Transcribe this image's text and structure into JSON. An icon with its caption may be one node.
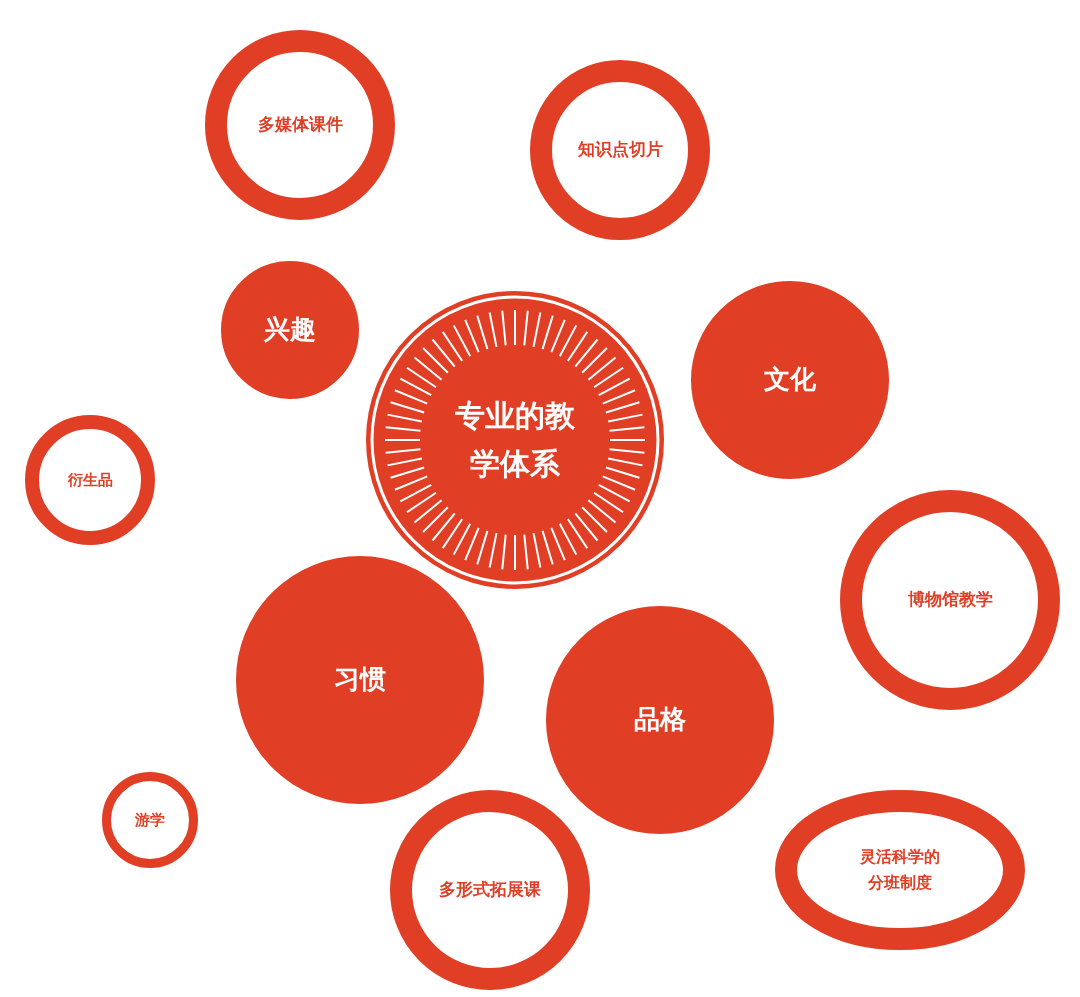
{
  "diagram": {
    "nodes": [
      {
        "text": [
          "多媒体课件"
        ]
      },
      {
        "text": [
          "知识点切片"
        ]
      },
      {
        "text": [
          "兴趣"
        ]
      },
      {
        "text": [
          "专业的教学体系"
        ]
      },
      {
        "text": [
          "文化"
        ]
      },
      {
        "text": [
          "衍生品"
        ]
      },
      {
        "text": [
          "博物馆教学"
        ]
      },
      {
        "text": [
          "习惯"
        ]
      },
      {
        "text": [
          "品格"
        ]
      },
      {
        "text": [
          "游学"
        ]
      },
      {
        "text": [
          "多形式拓展课"
        ]
      },
      {
        "text": [
          "灵活科学的分班制度"
        ]
      }
    ]
  }
}
